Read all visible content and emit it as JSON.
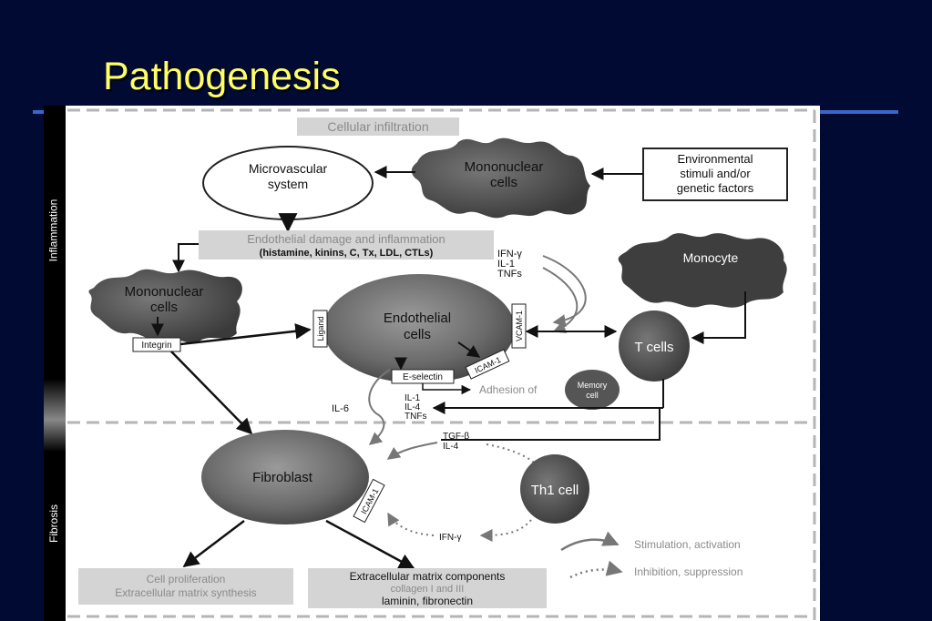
{
  "slide": {
    "title": "Pathogenesis"
  },
  "figure": {
    "phases": {
      "inflammation": "Inflammation",
      "fibrosis": "Fibrosis"
    },
    "header": "Cellular infiltration",
    "microvascular": [
      "Microvascular",
      "system"
    ],
    "mononuclear_top": [
      "Mononuclear",
      "cells"
    ],
    "environmental": [
      "Environmental",
      "stimuli and/or",
      "genetic factors"
    ],
    "endothelial_damage": {
      "title": "Endothelial damage and inflammation",
      "detail": "(histamine, kinins, C, Tx, LDL, CTLs)"
    },
    "cytokines_top": [
      "IFN-γ",
      "IL-1",
      "TNFs"
    ],
    "monocyte": "Monocyte",
    "mononuclear_left": [
      "Mononuclear",
      "cells"
    ],
    "integrin": "Integrin",
    "ligand": "Ligand",
    "endothelial_cells": [
      "Endothelial",
      "cells"
    ],
    "vcam": "VCAM-1",
    "icam_endo": "ICAM-1",
    "e_selectin": "E-selectin",
    "t_cells": "T cells",
    "memory_cell": [
      "Memory",
      "cell"
    ],
    "adhesion": "Adhesion of",
    "cytokines_mid": [
      "IL-1",
      "IL-4",
      "TNFs"
    ],
    "il6": "IL-6",
    "tgf": [
      "TGF-β",
      "IL-4"
    ],
    "fibroblast": "Fibroblast",
    "icam_fibro": "ICAM-1",
    "th1": "Th1 cell",
    "ifn_bottom": "IFN-γ",
    "legend": {
      "stimulation": "Stimulation, activation",
      "inhibition": "Inhibition, suppression"
    },
    "cell_proliferation": [
      "Cell proliferation",
      "Extracellular matrix synthesis"
    ],
    "ecm": {
      "title": "Extracellular matrix components",
      "collagen": "collagen I and III",
      "laminin": "laminin, fibronectin"
    }
  }
}
